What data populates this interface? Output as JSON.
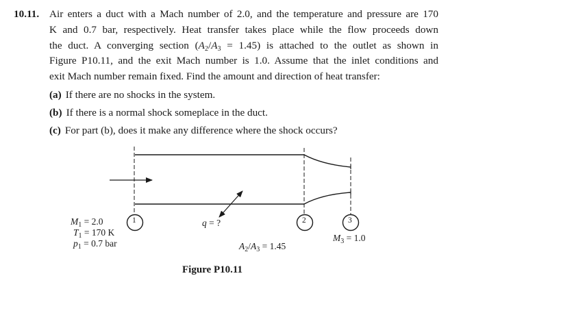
{
  "problem": {
    "number": "10.11.",
    "lines": [
      "Air enters a duct with a Mach number of 2.0, and the temperature and pressure are 170",
      "K and 0.7 bar, respectively. Heat transfer takes place while the flow proceeds down",
      "the duct. A converging section (A2/A3 = 1.45) is attached to the outlet as shown in",
      "Figure P10.11, and the exit Mach number is 1.0. Assume that the inlet conditions and",
      "exit Mach number remain fixed. Find the amount and direction of heat transfer:"
    ],
    "line3_parts": {
      "before": "the duct. A converging section (",
      "a2": "A",
      "a2_sub": "2",
      "slash": "/",
      "a3": "A",
      "a3_sub": "3",
      "eq": " = 1.45) is attached to the outlet as shown in"
    },
    "parts": [
      {
        "label": "(a)",
        "text": "If there are no shocks in the system."
      },
      {
        "label": "(b)",
        "text": "If there is a normal shock someplace in the duct."
      },
      {
        "label": "(c)",
        "text": "For part (b), does it make any difference where the shock occurs?"
      }
    ]
  },
  "figure": {
    "caption": "Figure P10.11",
    "stations": [
      "1",
      "2",
      "3"
    ],
    "inlet": {
      "M_label": "M",
      "M_sub": "1",
      "M_val": " = 2.0",
      "T_label": "T",
      "T_sub": "1",
      "T_val": " = 170  K",
      "p_label": "p",
      "p_sub": "1",
      "p_val": " = 0.7 bar"
    },
    "heat": {
      "label": "q",
      "val": " = ?"
    },
    "area_ratio": {
      "a2": "A",
      "a2_sub": "2",
      "slash": "/",
      "a3": "A",
      "a3_sub": "3",
      "val": " = 1.45"
    },
    "exit": {
      "M_label": "M",
      "M_sub": "3",
      "M_val": " = 1.0"
    }
  }
}
